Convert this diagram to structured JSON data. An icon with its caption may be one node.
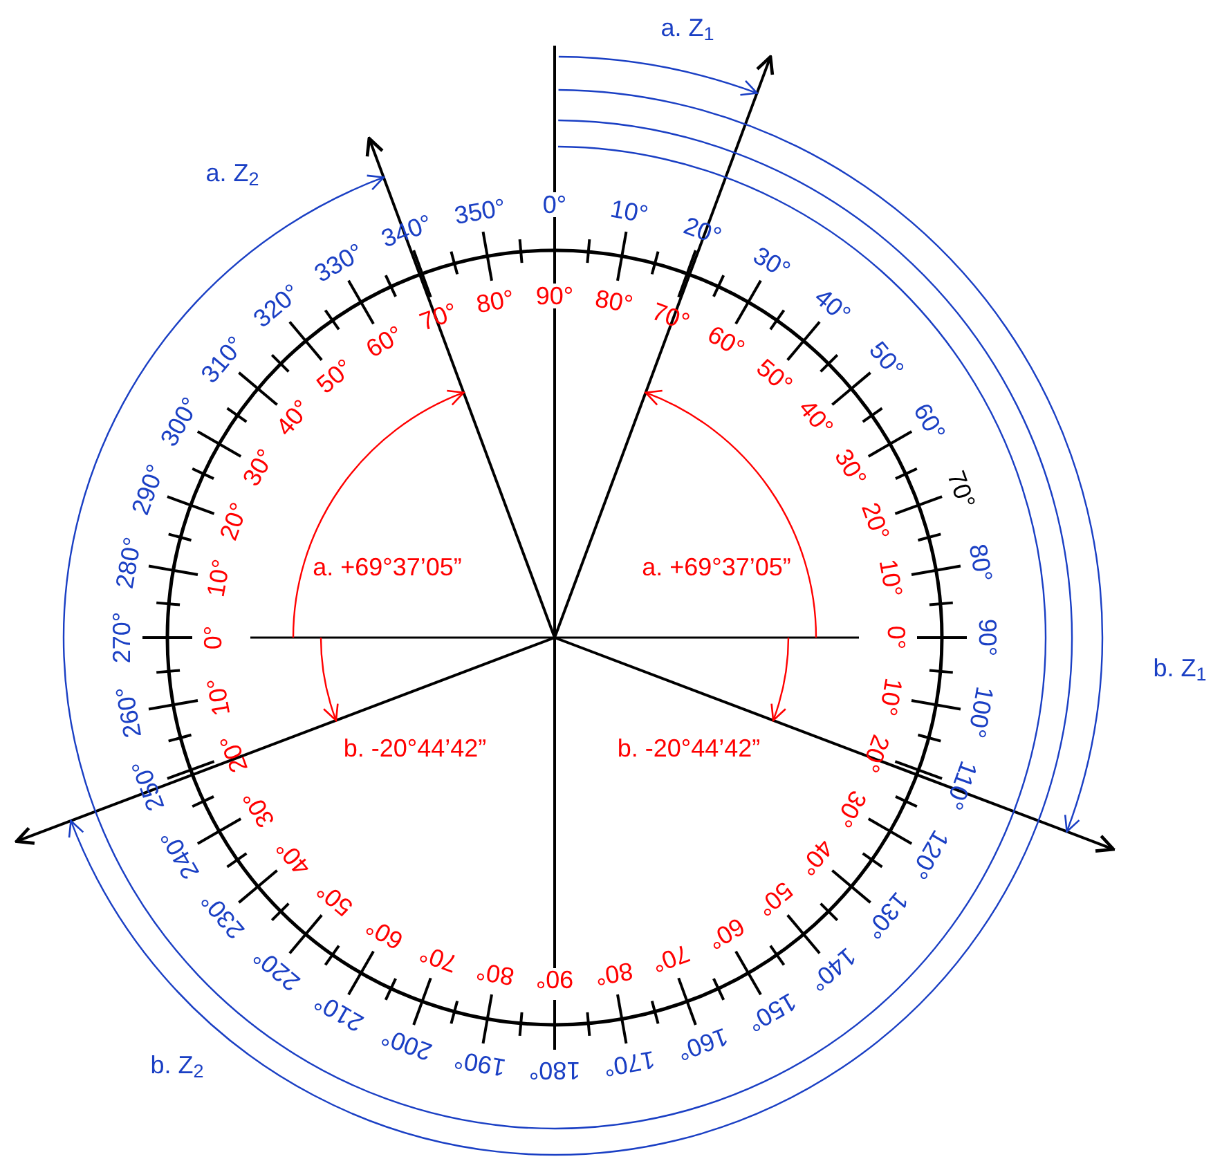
{
  "diagram": {
    "labels": [
      "a. Z$_{1}$",
      "a. Z$_{2}$",
      "0°",
      "10°",
      "20°",
      "30°",
      "40°",
      "50°",
      "60°",
      "70°",
      "80°",
      "90°",
      "100°",
      "110°",
      "120°",
      "130°",
      "140°",
      "150°",
      "160°",
      "170°",
      "180°",
      "190°",
      "200°",
      "210°",
      "220°",
      "230°",
      "240°",
      "250°",
      "260°",
      "270°",
      "280°",
      "290°",
      "300°",
      "310°",
      "320°",
      "330°",
      "340°",
      "350°",
      "90°",
      "80°",
      "70°",
      "60°",
      "50°",
      "40°",
      "30°",
      "20°",
      "10°",
      "0°",
      "10°",
      "20°",
      "30°",
      "40°",
      "50°",
      "60°",
      "70°",
      "80°",
      "90°",
      "80°",
      "70°",
      "60°",
      "50°",
      "40°",
      "30°",
      "20°",
      "10°",
      "0°",
      "10°",
      "20°",
      "30°",
      "40°",
      "50°",
      "60°",
      "70°",
      "80°",
      "a. +69°37’05”",
      "a. +69°37’05”",
      "b. -20°44’42”",
      "b. -20°44’42”",
      "b. Z$_{1}$",
      "b. Z$_{2}$"
    ]
  }
}
